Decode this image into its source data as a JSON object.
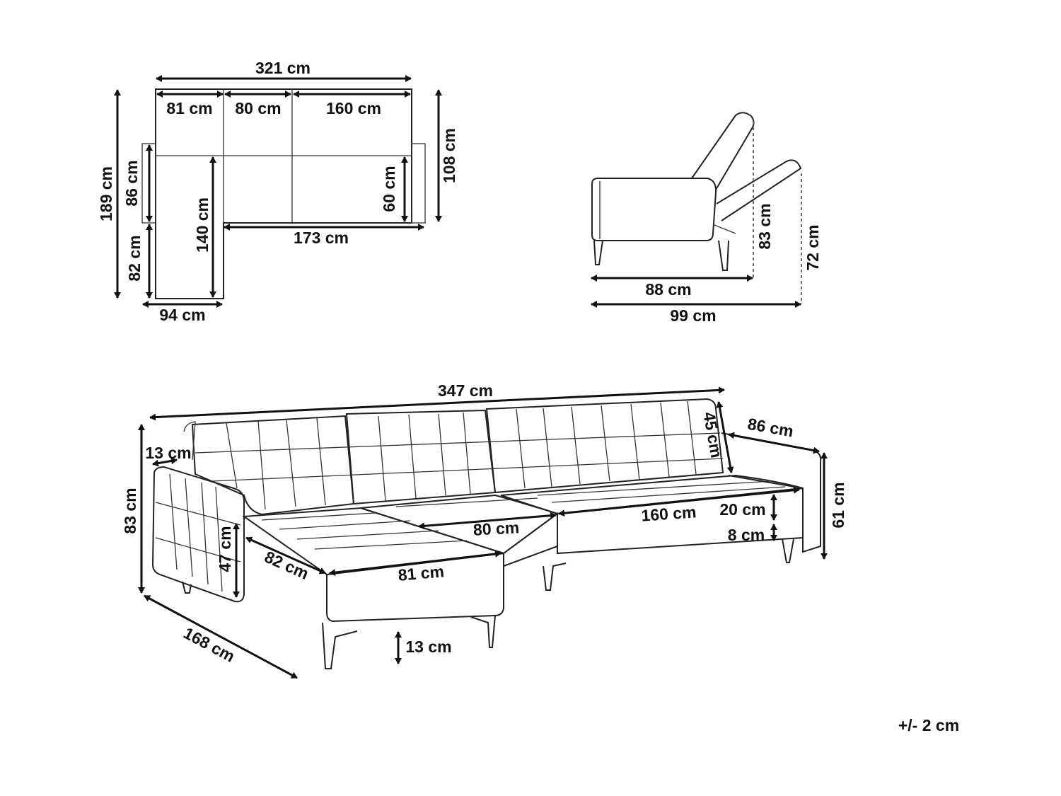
{
  "top_view": {
    "total_width": "321 cm",
    "seg_1": "81 cm",
    "seg_2": "80 cm",
    "seg_3": "160 cm",
    "total_depth": "189 cm",
    "back_depth": "86 cm",
    "lower_depth": "82 cm",
    "chaise_length": "140 cm",
    "seat_depth": "60 cm",
    "right_depth": "108 cm",
    "inner_width": "173 cm",
    "chaise_width": "94 cm"
  },
  "side_view": {
    "seat_depth": "88 cm",
    "reclined_depth": "99 cm",
    "back_height": "83 cm",
    "reclined_height": "72 cm"
  },
  "perspective_view": {
    "total_width": "347 cm",
    "back_cushion": "45 cm",
    "arm_length": "86 cm",
    "arm_width": "13 cm",
    "total_height": "83 cm",
    "arm_height": "61 cm",
    "seat_thickness": "20 cm",
    "frame_height": "8 cm",
    "middle_seat": "80 cm",
    "right_seat": "160 cm",
    "chaise_length": "82 cm",
    "chaise_width": "81 cm",
    "arm_inner_height": "47 cm",
    "chaise_diagonal": "168 cm",
    "leg_height": "13 cm"
  },
  "tolerance": "+/- 2 cm"
}
